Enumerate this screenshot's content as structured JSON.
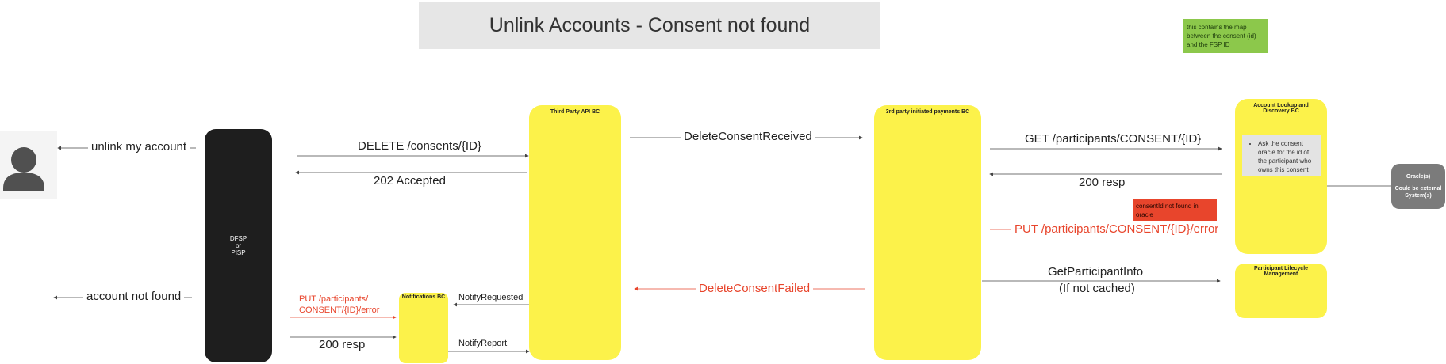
{
  "title": "Unlink Accounts - Consent not found",
  "note_green": "this contains the map between the consent (id) and the FSP ID",
  "dfsp_box": {
    "line1": "DFSP",
    "line2": "or",
    "line3": "PISP"
  },
  "lanes": {
    "third_party_api": "Third Party API BC",
    "third_party_payments": "3rd party initiated payments BC",
    "account_lookup": "Account Lookup and Discovery BC",
    "participant_lifecycle": "Participant Lifecycle Management",
    "notifications": "Notifications BC"
  },
  "oracle_note": "Ask the consent oracle for the id of the participant who owns this consent",
  "oracle": {
    "line1": "Oracle(s)",
    "line2": "Could be external System(s)"
  },
  "red_note": "consentId not found in oracle",
  "messages": {
    "unlink": "unlink my account",
    "account_not_found": "account not found",
    "delete_consents": "DELETE /consents/{ID}",
    "accepted": "202 Accepted",
    "delete_consent_received": "DeleteConsentReceived",
    "get_participants": "GET /participants/CONSENT/{ID}",
    "resp_200_right": "200 resp",
    "put_error_right": "PUT /participants/CONSENT/{ID}/error",
    "get_participant_info": "GetParticipantInfo",
    "if_not_cached": "(If not cached)",
    "delete_consent_failed": "DeleteConsentFailed",
    "notify_requested": "NotifyRequested",
    "notify_report": "NotifyReport",
    "put_error_left_1": "PUT /participants/",
    "put_error_left_2": "CONSENT/{ID}/error",
    "resp_200_left": "200 resp"
  },
  "colors": {
    "lane_yellow": "#fcf24a",
    "dark": "#1e1e1e",
    "error_red": "#e8452c",
    "note_green": "#8cc84b",
    "oracle_gray": "#7b7b7b"
  }
}
